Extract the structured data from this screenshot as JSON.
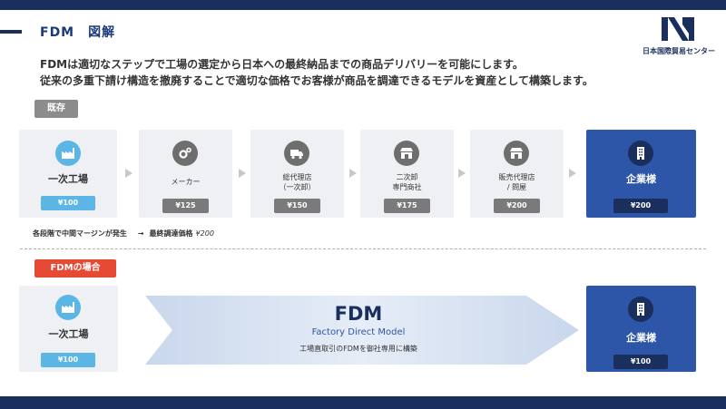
{
  "header": {
    "title": "FDM　図解",
    "logo_text": "日本国際貿易センター"
  },
  "description": {
    "line1": "FDMは適切なステップで工場の選定から日本への最終納品までの商品デリバリーを可能にします。",
    "line2": "従来の多重下請け構造を撤廃することで適切な価格でお客様が商品を調達できるモデルを資産として構築します。"
  },
  "existing": {
    "tag": "既存",
    "steps": [
      {
        "label": "一次工場",
        "price": "¥100",
        "icon": "factory-icon"
      },
      {
        "label": "メーカー",
        "price": "¥125",
        "icon": "gears-icon"
      },
      {
        "label_line1": "総代理店",
        "label_line2": "（一次卸）",
        "price": "¥150",
        "icon": "truck-icon"
      },
      {
        "label_line1": "二次卸",
        "label_line2": "専門商社",
        "price": "¥175",
        "icon": "store-icon"
      },
      {
        "label_line1": "販売代理店",
        "label_line2": "/ 問屋",
        "price": "¥200",
        "icon": "store-icon"
      },
      {
        "label": "企業様",
        "price": "¥200",
        "icon": "building-icon"
      }
    ],
    "note_text": "各段階で中間マージンが発生",
    "note_arrow": "→",
    "note_final_label": "最終調達価格",
    "note_final_amount": "¥200"
  },
  "fdm_case": {
    "tag": "FDMの場合",
    "factory": {
      "label": "一次工場",
      "price": "¥100",
      "icon": "factory-icon"
    },
    "fdm_title": "FDM",
    "fdm_subtitle": "Factory Direct Model",
    "fdm_description": "工場直取引のFDMを御社専用に構築",
    "client": {
      "label": "企業様",
      "price": "¥100",
      "icon": "building-icon"
    }
  },
  "colors": {
    "navy": "#1a2f5e",
    "blue": "#2d56a8",
    "light_blue": "#5bb6e6",
    "red": "#e64a35",
    "gray": "#8c8c8c",
    "chevron": "#dde6f3"
  }
}
